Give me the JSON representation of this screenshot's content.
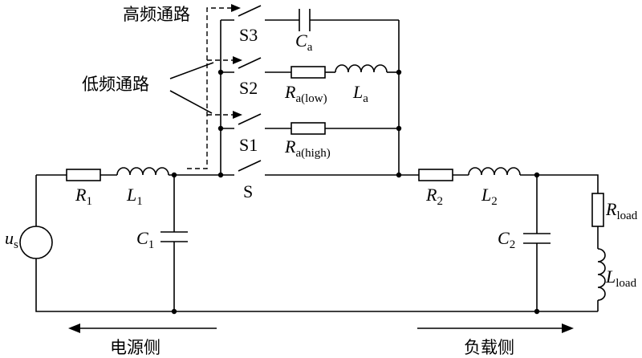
{
  "labels": {
    "high_freq_path": "高频通路",
    "low_freq_path": "低频通路",
    "source_side": "电源侧",
    "load_side": "负载侧"
  },
  "components": {
    "R1": {
      "sym": "R",
      "sub": "1"
    },
    "L1": {
      "sym": "L",
      "sub": "1"
    },
    "C1": {
      "sym": "C",
      "sub": "1"
    },
    "us": {
      "sym": "u",
      "sub": "s"
    },
    "R2": {
      "sym": "R",
      "sub": "2"
    },
    "L2": {
      "sym": "L",
      "sub": "2"
    },
    "C2": {
      "sym": "C",
      "sub": "2"
    },
    "Rload": {
      "sym": "R",
      "sub": "load"
    },
    "Lload": {
      "sym": "L",
      "sub": "load"
    },
    "Ca": {
      "sym": "C",
      "sub": "a"
    },
    "Ra_low": {
      "sym": "R",
      "sub": "a(low)"
    },
    "La": {
      "sym": "L",
      "sub": "a"
    },
    "Ra_high": {
      "sym": "R",
      "sub": "a(high)"
    }
  },
  "switches": {
    "S": "S",
    "S1": "S1",
    "S2": "S2",
    "S3": "S3"
  }
}
